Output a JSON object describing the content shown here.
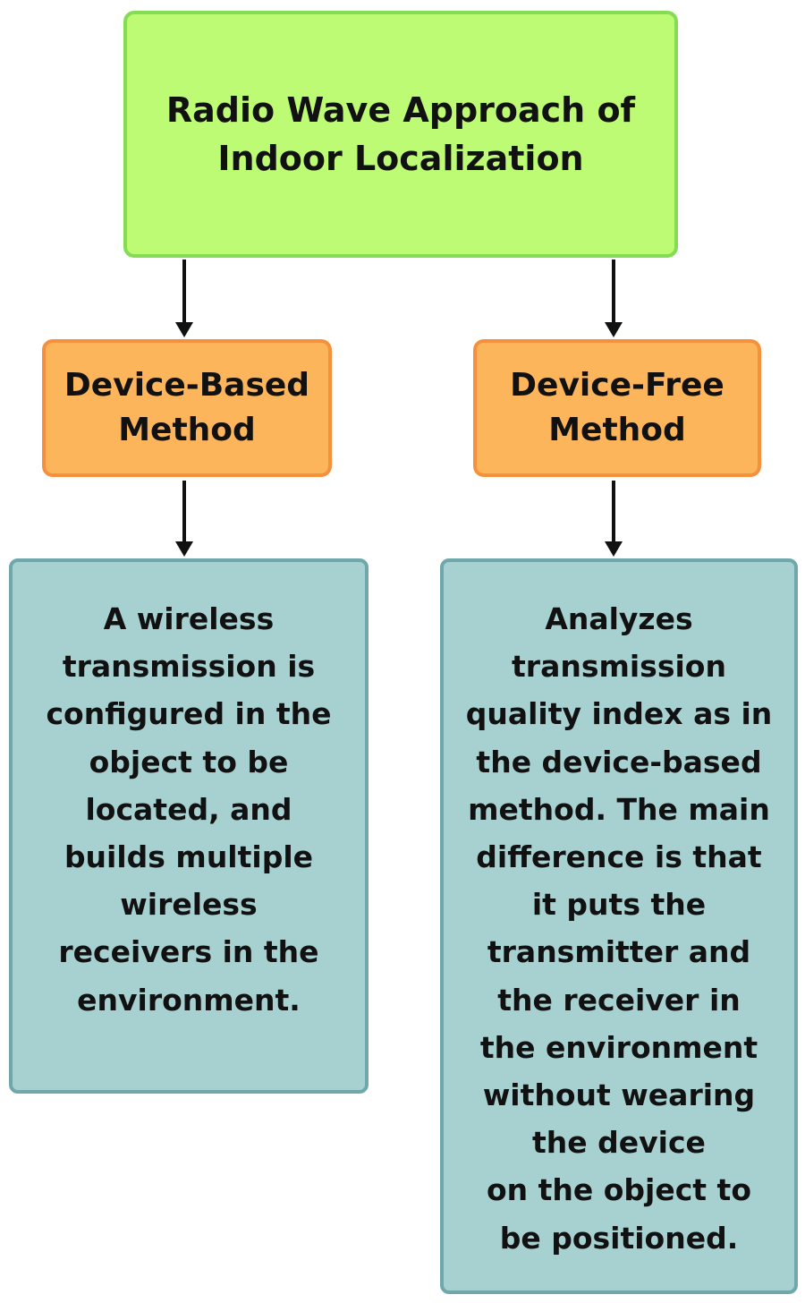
{
  "root": {
    "title": "Radio Wave Approach of\nIndoor Localization"
  },
  "methods": [
    {
      "label": "Device-Based\nMethod",
      "description": "A wireless\ntransmission is\nconfigured in the\nobject to be\nlocated, and\nbuilds multiple\nwireless\nreceivers in the\nenvironment."
    },
    {
      "label": "Device-Free\nMethod",
      "description": "Analyzes\ntransmission\nquality index as in\nthe device-based\nmethod. The main\ndifference is that\nit puts the\ntransmitter and\nthe receiver in\nthe environment\nwithout wearing\nthe device\non the object to\nbe positioned."
    }
  ],
  "colors": {
    "root_fill": "#bdfb74",
    "root_border": "#83dc52",
    "method_fill": "#fdb55c",
    "method_border": "#f5913c",
    "desc_fill": "#a7d0d1",
    "desc_border": "#6fa8ab",
    "arrow": "#111111"
  }
}
